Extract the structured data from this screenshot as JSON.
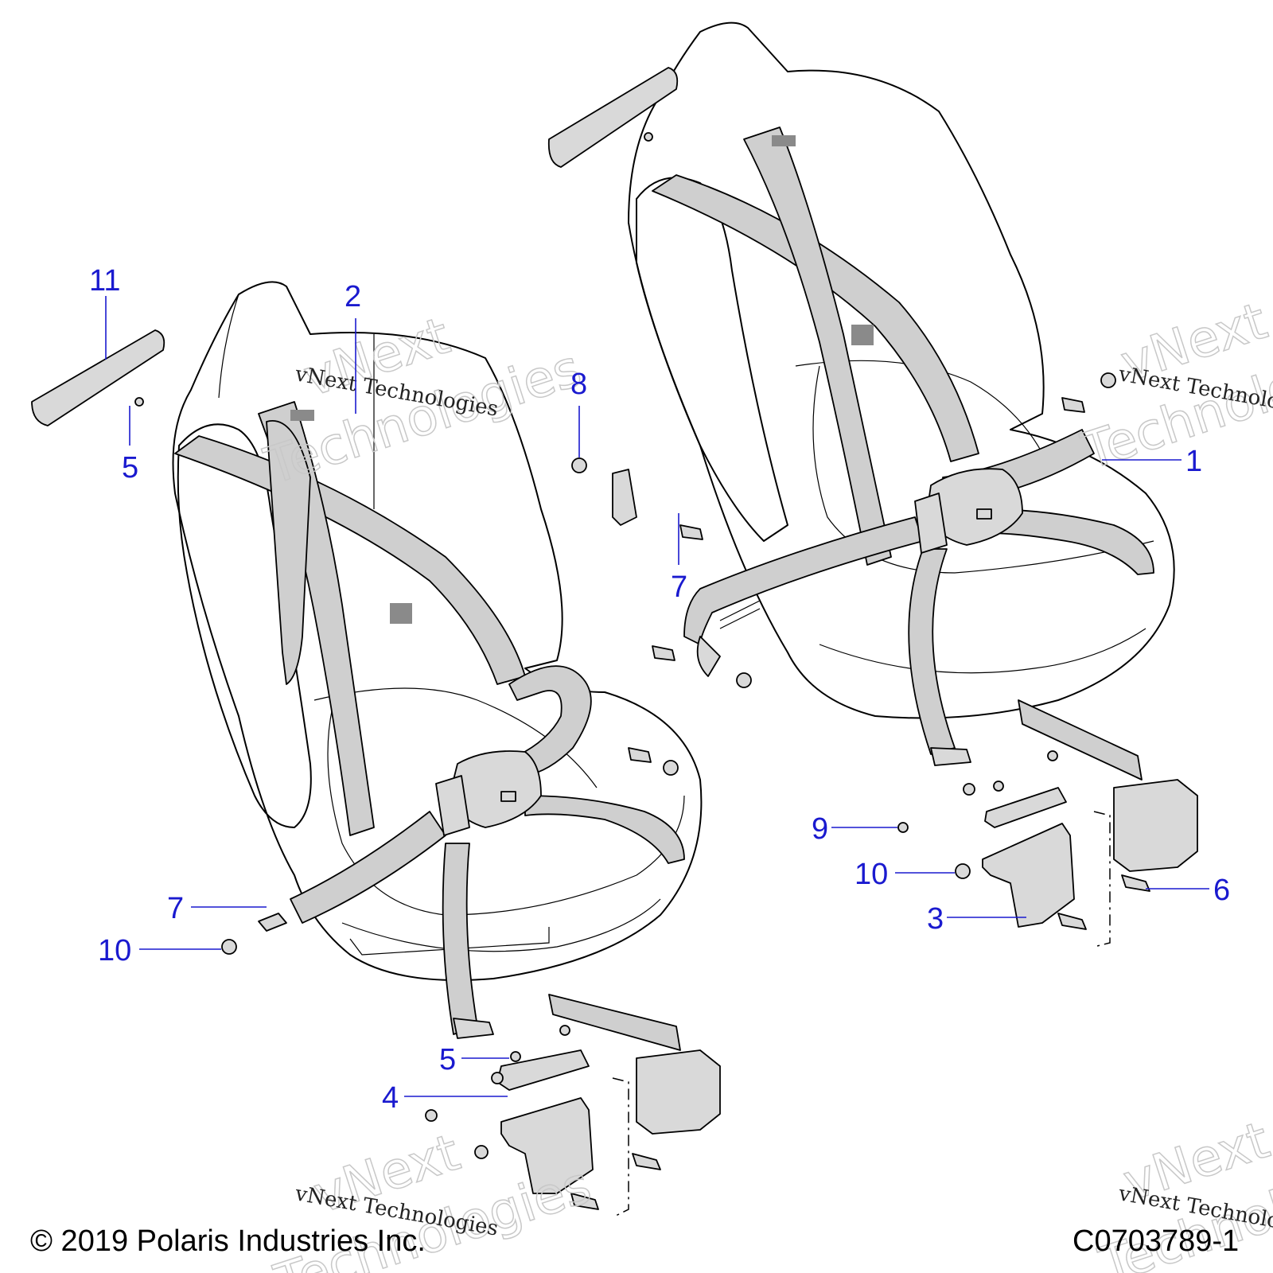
{
  "diagram": {
    "callouts": [
      {
        "id": "c1",
        "label": "1"
      },
      {
        "id": "c2",
        "label": "2"
      },
      {
        "id": "c3",
        "label": "3"
      },
      {
        "id": "c4",
        "label": "4"
      },
      {
        "id": "c5a",
        "label": "5"
      },
      {
        "id": "c5b",
        "label": "5"
      },
      {
        "id": "c6",
        "label": "6"
      },
      {
        "id": "c7a",
        "label": "7"
      },
      {
        "id": "c7b",
        "label": "7"
      },
      {
        "id": "c8",
        "label": "8"
      },
      {
        "id": "c9",
        "label": "9"
      },
      {
        "id": "c10a",
        "label": "10"
      },
      {
        "id": "c10b",
        "label": "10"
      },
      {
        "id": "c11",
        "label": "11"
      }
    ],
    "watermark_text": "vNext Technologies",
    "watermark_big_1": "vNext",
    "watermark_big_2": "Technologies",
    "callout_color": "#1a1acf"
  },
  "footer": {
    "copyright": "© 2019 Polaris Industries Inc.",
    "drawing_number": "C0703789-1"
  }
}
